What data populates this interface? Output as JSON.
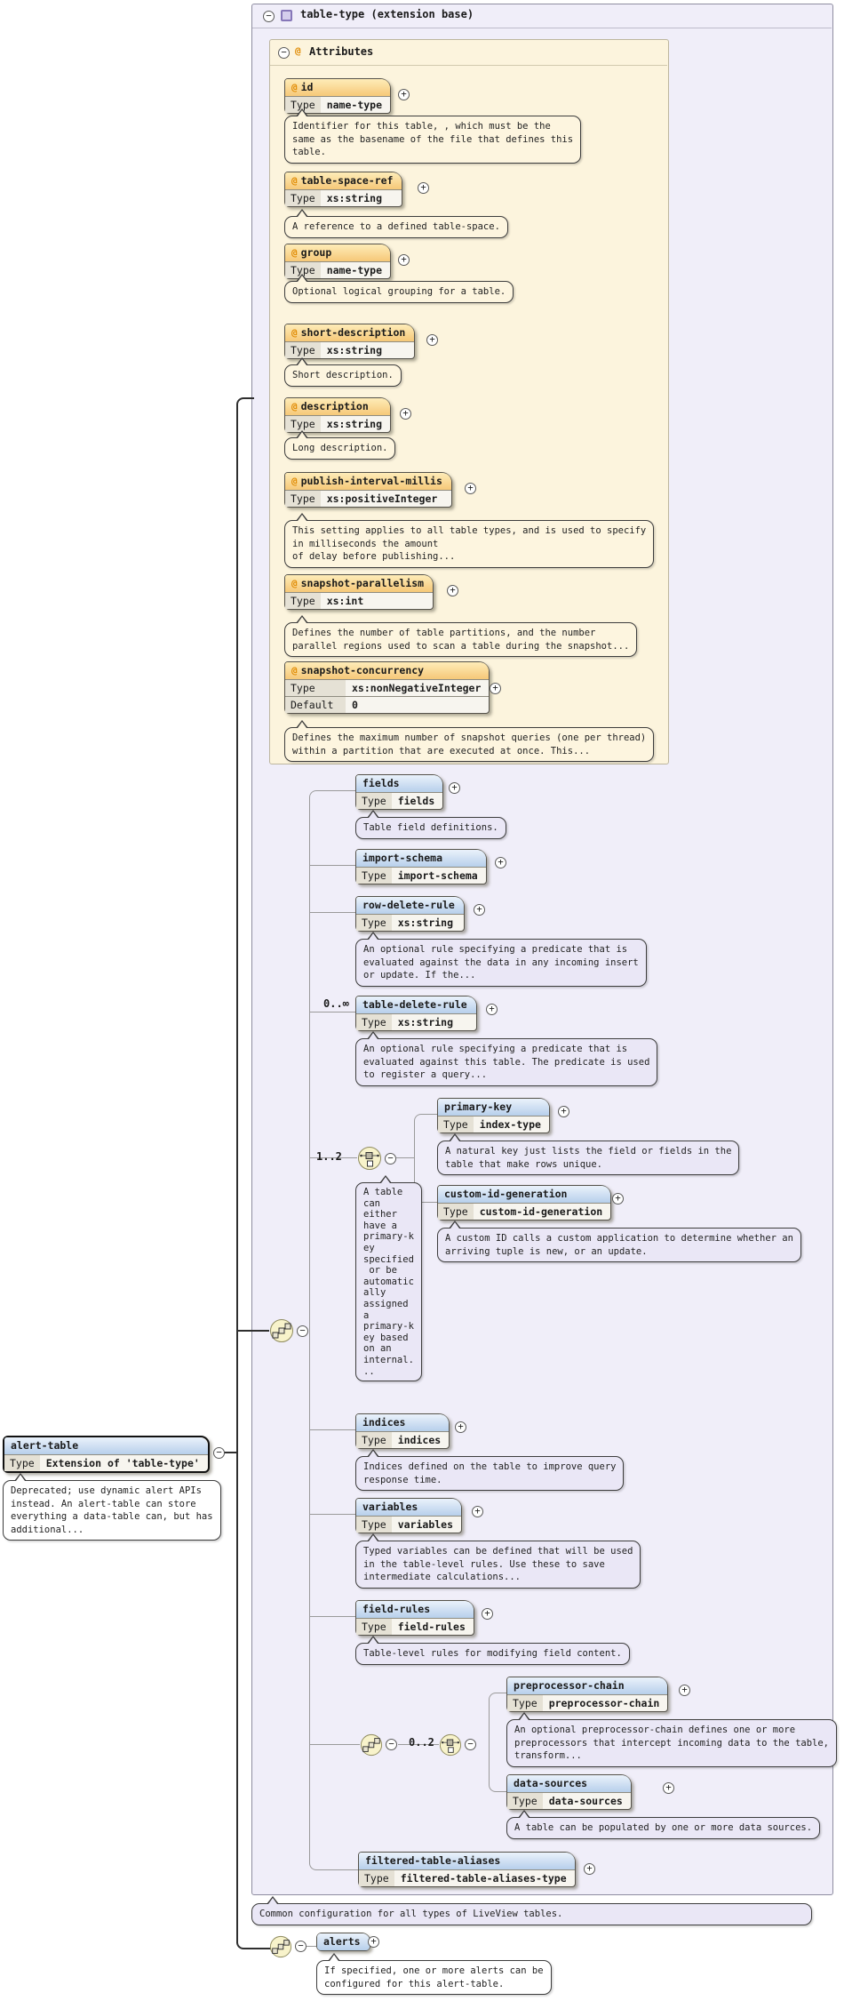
{
  "root": {
    "title": "table-type (extension base)",
    "footer_annotation": "Common configuration for all types of LiveView tables."
  },
  "labels": {
    "type": "Type",
    "default": "Default"
  },
  "icons": {
    "minus": "−",
    "plus": "+",
    "at": "@",
    "complex_type_icon": "purple-square",
    "sequence_icon": "chain-of-squares",
    "choice_icon": "switch-squares"
  },
  "attrs": {
    "title": "Attributes",
    "items": [
      {
        "name": "id",
        "type": "name-type",
        "annotation": "Identifier for this table, , which must be the\nsame as the basename of the file that defines this\ntable."
      },
      {
        "name": "table-space-ref",
        "type": "xs:string",
        "annotation": "A reference to a defined table-space."
      },
      {
        "name": "group",
        "type": "name-type",
        "annotation": "Optional logical grouping for a table."
      },
      {
        "name": "short-description",
        "type": "xs:string",
        "annotation": "Short description."
      },
      {
        "name": "description",
        "type": "xs:string",
        "annotation": "Long description."
      },
      {
        "name": "publish-interval-millis",
        "type": "xs:positiveInteger",
        "annotation": "This setting applies to all table types, and is used to specify\nin milliseconds the amount\nof delay before publishing..."
      },
      {
        "name": "snapshot-parallelism",
        "type": "xs:int",
        "annotation": "Defines the number of table partitions, and the number\nparallel regions used to scan a table during the snapshot..."
      },
      {
        "name": "snapshot-concurrency",
        "type": "xs:nonNegativeInteger",
        "default": "0",
        "annotation": "Defines the maximum number of snapshot queries (one per thread)\nwithin a partition that are executed at once. This..."
      }
    ]
  },
  "elements": {
    "items": [
      {
        "name": "fields",
        "type": "fields",
        "annotation": "Table field definitions."
      },
      {
        "name": "import-schema",
        "type": "import-schema"
      },
      {
        "name": "row-delete-rule",
        "type": "xs:string",
        "annotation": "An optional rule specifying a predicate that is\nevaluated against the data in any incoming insert\nor update. If the..."
      },
      {
        "name": "table-delete-rule",
        "type": "xs:string",
        "occurrence": "0..∞",
        "annotation": "An optional rule specifying a predicate that is\nevaluated against this table. The predicate is used\nto register a query..."
      },
      {
        "name": "primary-key",
        "type": "index-type",
        "annotation": "A natural key just lists the field or fields in the\ntable that make rows unique."
      },
      {
        "name": "custom-id-generation",
        "type": "custom-id-generation",
        "annotation": "A custom ID calls a custom application to determine whether an\narriving tuple is new, or an update."
      },
      {
        "name": "indices",
        "type": "indices",
        "annotation": "Indices defined on the table to improve query\nresponse time."
      },
      {
        "name": "variables",
        "type": "variables",
        "annotation": "Typed variables can be defined that will be used\nin the table-level rules. Use these to save\nintermediate calculations..."
      },
      {
        "name": "field-rules",
        "type": "field-rules",
        "annotation": "Table-level rules for modifying field content."
      },
      {
        "name": "preprocessor-chain",
        "type": "preprocessor-chain",
        "annotation": "An optional preprocessor-chain defines one or more\npreprocessors that intercept incoming data to the table,\ntransform..."
      },
      {
        "name": "data-sources",
        "type": "data-sources",
        "annotation": "A table can be populated by one or more data sources."
      },
      {
        "name": "filtered-table-aliases",
        "type": "filtered-table-aliases-type"
      }
    ]
  },
  "groups": {
    "choice_occurrence": "1..2",
    "choice_note": "A table\ncan\neither\nhave a\nprimary-k\ney\nspecified\n or be\nautomatic\nally\nassigned\na\nprimary-k\ney based\non an\ninternal.\n..",
    "inner_occurrence": "0..2"
  },
  "alert_table": {
    "name": "alert-table",
    "type": "Extension of 'table-type'",
    "annotation": "Deprecated; use dynamic alert APIs\ninstead. An alert-table can store\neverything a data-table can, but has\nadditional..."
  },
  "alerts": {
    "name": "alerts",
    "annotation": "If specified, one or more alerts can be\nconfigured for this alert-table."
  },
  "colors": {
    "outer_bg": "#f0eef9",
    "attrs_bg": "#fcf4dd",
    "attr_hdr_top": "#feecb8",
    "attr_hdr_bot": "#f6c878",
    "elem_hdr_top": "#eaf2fb",
    "elem_hdr_bot": "#b7cfeb",
    "note_cream": "#fdf5df",
    "note_lav": "#eae7f6",
    "group_icon_fill": "#f8f3cb"
  }
}
